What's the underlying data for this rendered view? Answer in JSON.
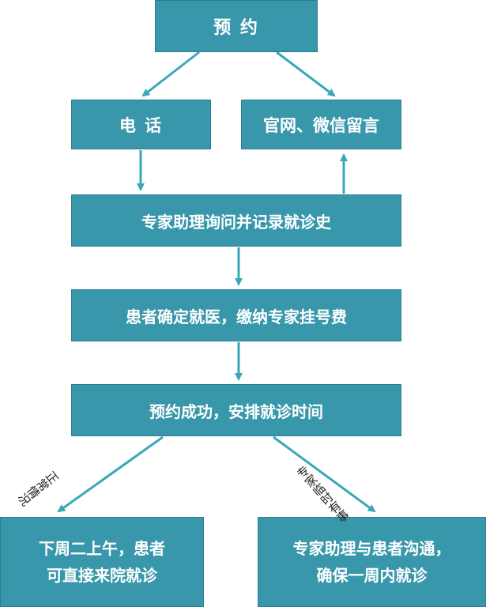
{
  "nodes": {
    "top": "预 约",
    "phone": "电 话",
    "web": "官网、微信留言",
    "ask": "专家助理询问并记录就诊史",
    "confirm": "患者确定就医，缴纳专家挂号费",
    "success": "预约成功，安排就诊时间",
    "left_line1": "下周二上午，患者",
    "left_line2": "可直接来院就诊",
    "right_line1": "专家助理与患者沟通，",
    "right_line2": "确保一周内就诊"
  },
  "edge_labels": {
    "normal": "正常情况",
    "special": "专家临时有事"
  },
  "colors": {
    "box_fill": "#3997ab",
    "box_border": "#2c7d8f",
    "box_text": "#ffffff",
    "arrow": "#3aa6b9"
  }
}
